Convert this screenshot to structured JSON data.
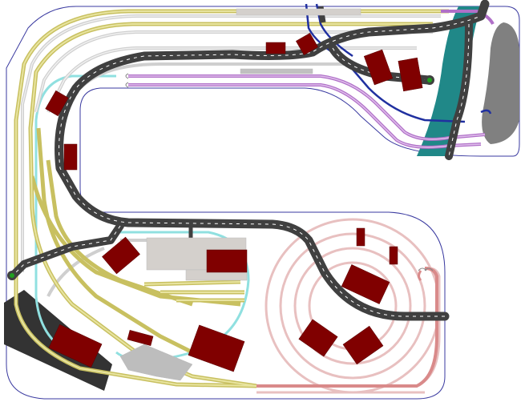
{
  "diagram": {
    "kind": "model railway track plan",
    "labels": []
  },
  "palette": {
    "background": "#ffffff",
    "baseboard_edge": "#3a3aa0",
    "yellow_track": "#c8c060",
    "yellow_track_light": "#e8e4a0",
    "grey_track": "#c8c8c8",
    "grey_track_light": "#e8e8e8",
    "pink_track": "#e8b8b8",
    "pink_track_dark": "#d98a8a",
    "purple_track": "#b070c8",
    "cyan_track": "#90e0e0",
    "blue_track": "#2030a0",
    "road": "#404040",
    "road_marking": "#ffffff",
    "building": "#800000",
    "platform": "#d0d0d0",
    "rock": "#808080",
    "river": "#208888",
    "hill": "#303030",
    "signal": "#20a020"
  },
  "buildings": [
    {
      "name": "building-top-1"
    },
    {
      "name": "building-top-2"
    },
    {
      "name": "building-top-3"
    },
    {
      "name": "building-top-4"
    },
    {
      "name": "building-left-1"
    },
    {
      "name": "building-left-2"
    },
    {
      "name": "building-center"
    },
    {
      "name": "building-factory"
    },
    {
      "name": "building-lower-left"
    },
    {
      "name": "building-lower-mid"
    },
    {
      "name": "building-lower-big"
    },
    {
      "name": "building-loop-1"
    },
    {
      "name": "building-loop-2"
    },
    {
      "name": "building-loop-3"
    },
    {
      "name": "building-loop-small-1"
    },
    {
      "name": "building-loop-small-2"
    }
  ]
}
